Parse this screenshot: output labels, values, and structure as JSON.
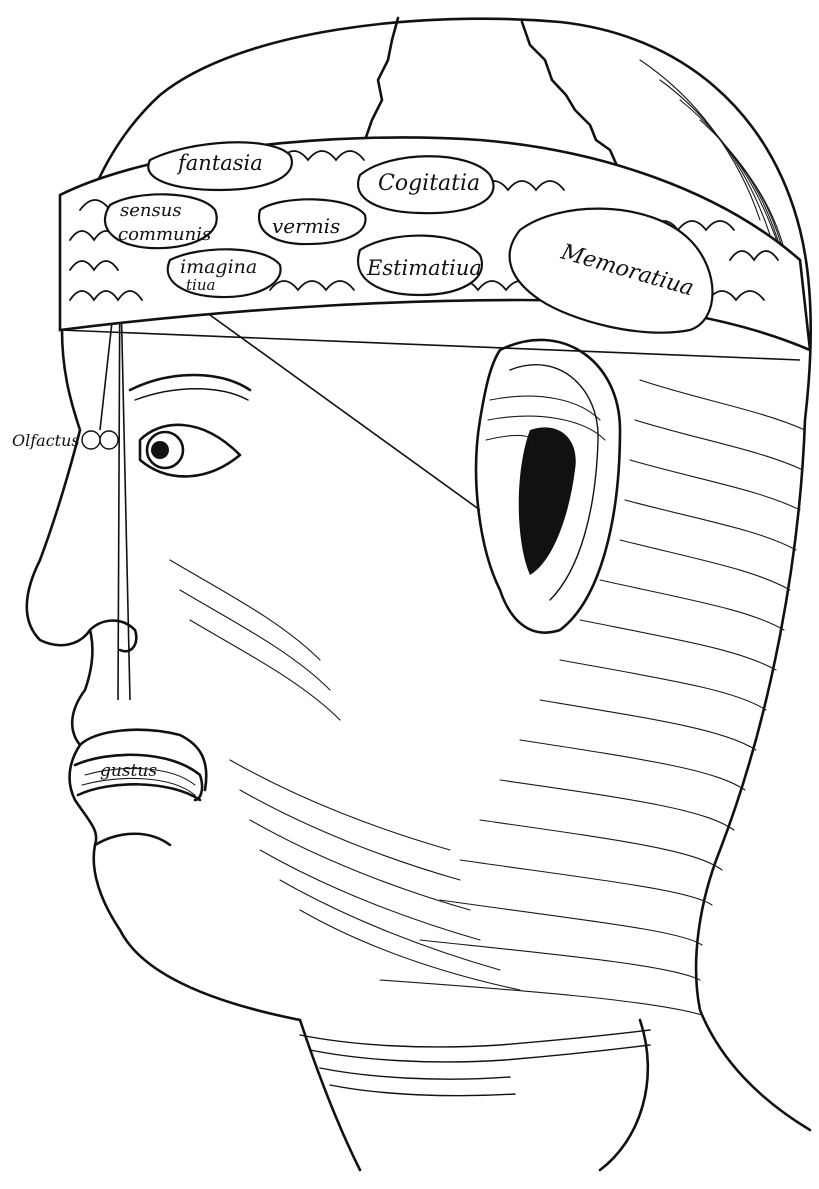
{
  "labels": {
    "fantasia": "fantasia",
    "cogitatia": "Cogitatia",
    "sensus_communis_1": "sensus",
    "sensus_communis_2": "communis",
    "vermis": "vermis",
    "imaginatiua_1": "imagina",
    "imaginatiua_2": "tiua",
    "estimatiua": "Estimatiua",
    "memoratiua": "Memoratiua",
    "olfactus": "Olfactus",
    "gustus": "gustus"
  },
  "colors": {
    "ink": "#111111",
    "paper": "#ffffff"
  }
}
